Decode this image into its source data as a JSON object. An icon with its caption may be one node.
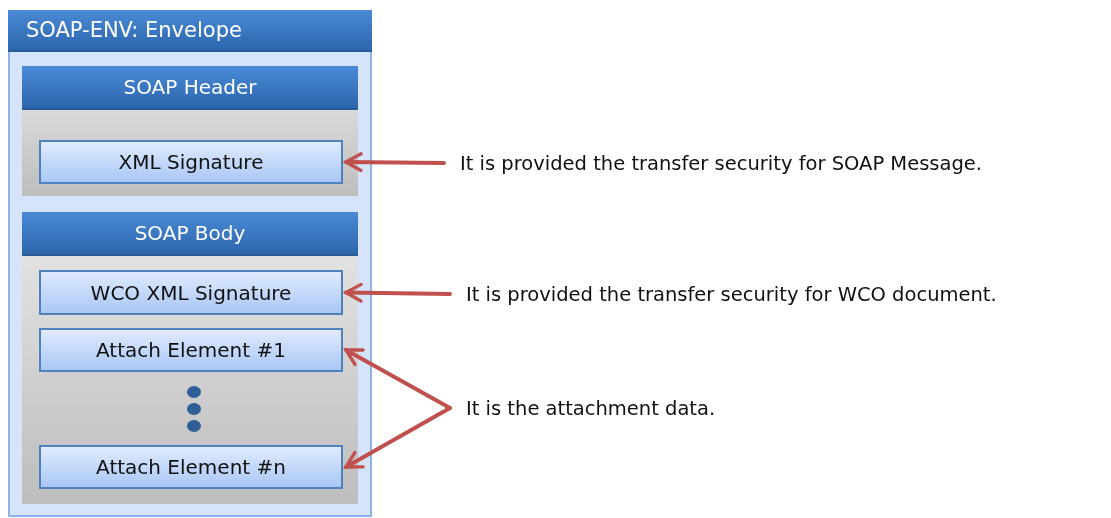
{
  "diagram": {
    "nodes": [
      {
        "text": [
          "SOAP-ENV: Envelope"
        ]
      },
      {
        "text": [
          "SOAP Header"
        ],
        "in": 0
      },
      {
        "text": [
          "XML Signature"
        ],
        "in": 1
      },
      {
        "text": [
          "SOAP Body"
        ],
        "in": 0
      },
      {
        "text": [
          "WCO XML Signature"
        ],
        "in": 3
      },
      {
        "text": [
          "Attach Element #1"
        ],
        "in": 3
      },
      {
        "text": [
          "Attach Element #n"
        ],
        "in": 3
      },
      {
        "text": [
          "It is provided the transfer security for SOAP Message."
        ]
      },
      {
        "text": [
          "It is provided the transfer security for WCO document."
        ]
      },
      {
        "text": [
          "It is the attachment data."
        ]
      }
    ],
    "edges": [
      {
        "from": 7,
        "to": 2,
        "arrow": "to"
      },
      {
        "from": 8,
        "to": 4,
        "arrow": "to"
      },
      {
        "from": 9,
        "to": 5,
        "arrow": "to"
      },
      {
        "from": 9,
        "to": 6,
        "arrow": "to"
      }
    ]
  }
}
